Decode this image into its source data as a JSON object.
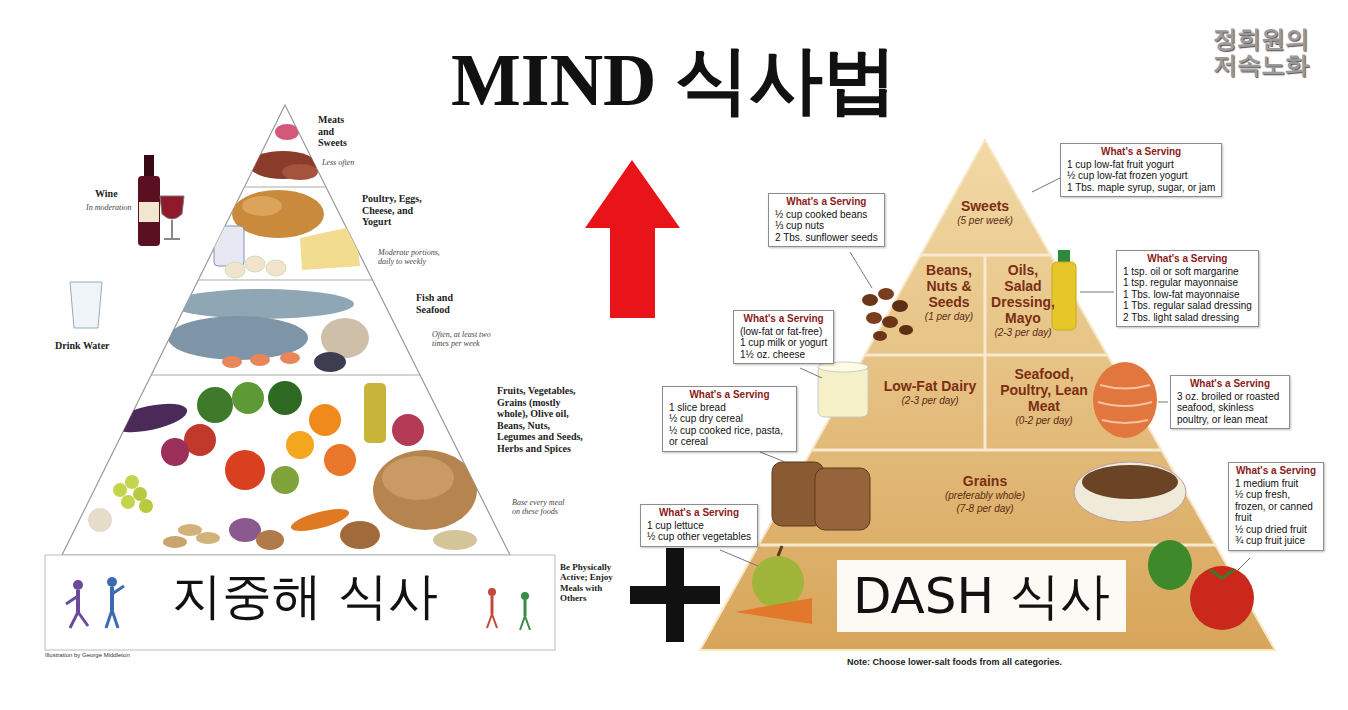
{
  "diagram": {
    "title": "MIND 식사법",
    "nodes": [
      {
        "text": [
          "지중해 식사"
        ]
      },
      {
        "text": [
          "Sweets",
          "(5 per week)"
        ]
      },
      {
        "text": [
          "Beans, Nuts & Seeds",
          "(1 per day)"
        ]
      },
      {
        "text": [
          "Oils, Salad Dressing, Mayo",
          "(2-3 per day)"
        ]
      },
      {
        "text": [
          "Low-Fat Dairy",
          "(2-3 per day)"
        ]
      },
      {
        "text": [
          "Seafood, Poultry, Lean Meat",
          "(0-2 per day)"
        ]
      },
      {
        "text": [
          "Grains",
          "(preferably whole)",
          "(7-8 per day)"
        ]
      },
      {
        "text": [
          "DASH 식사"
        ]
      },
      {
        "text": [
          "What's a Serving",
          "1 cup low-fat fruit yogurt",
          "½ cup low-fat frozen yogurt",
          "1 Tbs. maple syrup, sugar, or jam"
        ]
      },
      {
        "text": [
          "What's a Serving",
          "½ cup cooked beans",
          "⅓ cup nuts",
          "2 Tbs. sunflower seeds"
        ]
      },
      {
        "text": [
          "What's a Serving",
          "1 tsp. oil or soft margarine",
          "1 tsp. regular mayonnaise",
          "1 Tbs. low-fat mayonnaise",
          "1 Tbs. regular salad dressing",
          "2 Tbs. light salad dressing"
        ]
      },
      {
        "text": [
          "What's a Serving",
          "(low-fat or fat-free)",
          "1 cup milk or yogurt",
          "1½ oz. cheese"
        ]
      },
      {
        "text": [
          "What's a Serving",
          "3 oz. broiled or roasted seafood, skinless poultry, or lean meat"
        ]
      },
      {
        "text": [
          "What's a Serving",
          "1 slice bread",
          "½ cup dry cereal",
          "½ cup cooked rice, pasta, or cereal"
        ]
      },
      {
        "text": [
          "What's a Serving",
          "1 medium fruit",
          "½ cup fresh, frozen, or canned fruit",
          "½ cup dried fruit",
          "¾ cup fruit juice"
        ]
      },
      {
        "text": [
          "What's a Serving",
          "1 cup lettuce",
          "½ cup other vegetables"
        ]
      }
    ],
    "labels": [
      "Meats and Sweets",
      "Less often",
      "Wine",
      "In moderation",
      "Poultry, Eggs, Cheese, and Yogurt",
      "Moderate portions, daily to weekly",
      "Fish and Seafood",
      "Often, at least two times per week",
      "Drink Water",
      "Fruits, Vegetables, Grains (mostly whole), Olive oil, Beans, Nuts, Legumes and Seeds, Herbs and Spices",
      "Base every meal on these foods",
      "Be Physically Active; Enjoy Meals with Others",
      "Illustration by George Middleton",
      "Note: Choose lower-salt foods from all categories.",
      "정희원의 저속노화"
    ]
  }
}
